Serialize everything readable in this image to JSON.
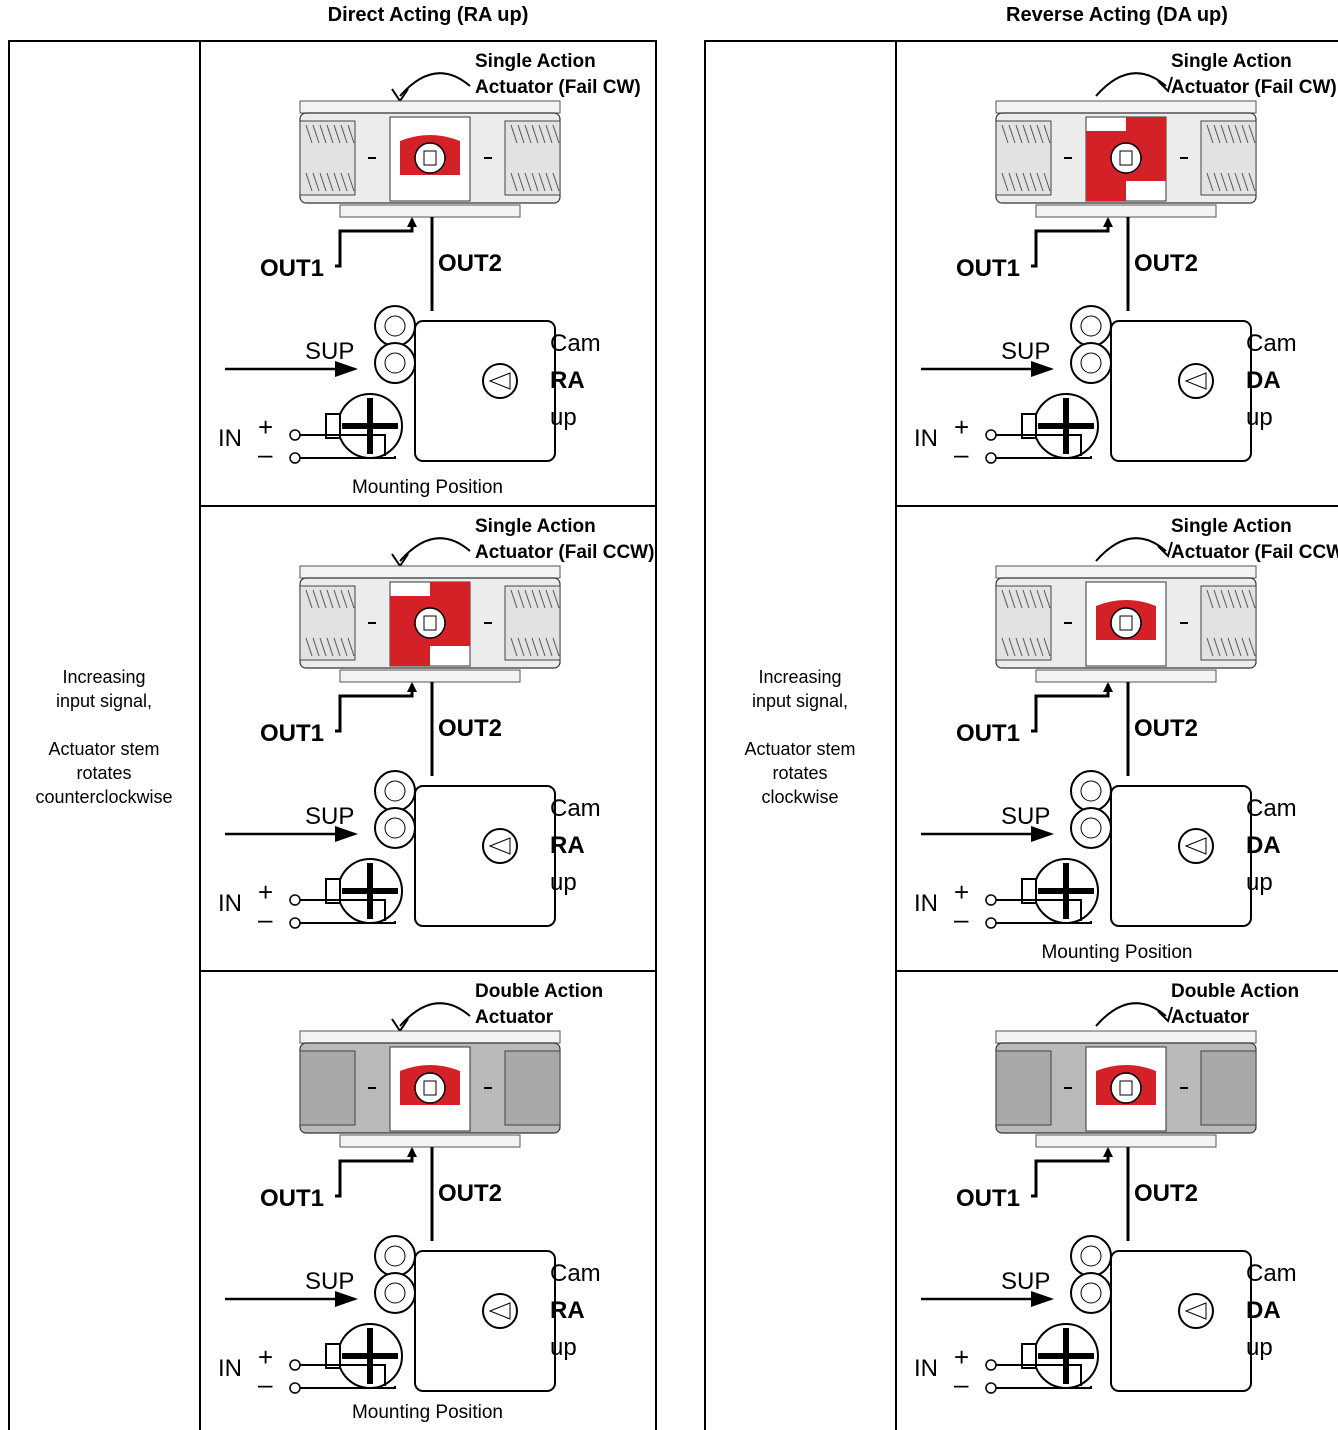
{
  "headers": {
    "left": "Direct Acting (RA up)",
    "right": "Reverse Acting (DA up)"
  },
  "side_text": {
    "left": {
      "line1": "Increasing",
      "line2": "input signal,",
      "line3": "Actuator stem",
      "line4": "rotates",
      "line5": "counterclockwise"
    },
    "right": {
      "line1": "Increasing",
      "line2": "input signal,",
      "line3": "Actuator stem",
      "line4": "rotates",
      "line5": "clockwise"
    }
  },
  "panels": [
    {
      "actuator_line1": "Single Action",
      "actuator_line2": "Actuator (Fail CW)",
      "out1": "OUT1",
      "out2": "OUT2",
      "sup": "SUP",
      "cam": "Cam",
      "cam_mode": "RA",
      "cam_up": "up",
      "in": "IN",
      "plus": "+",
      "minus": "–",
      "mount": "Mounting Position",
      "style": "single",
      "direction": "ccw"
    },
    {
      "actuator_line1": "Single Action",
      "actuator_line2": "Actuator (Fail CCW)",
      "out1": "OUT1",
      "out2": "OUT2",
      "sup": "SUP",
      "cam": "Cam",
      "cam_mode": "RA",
      "cam_up": "up",
      "in": "IN",
      "plus": "+",
      "minus": "–",
      "mount": "",
      "style": "single-outer",
      "direction": "ccw"
    },
    {
      "actuator_line1": "Double Action",
      "actuator_line2": "Actuator",
      "out1": "OUT1",
      "out2": "OUT2",
      "sup": "SUP",
      "cam": "Cam",
      "cam_mode": "RA",
      "cam_up": "up",
      "in": "IN",
      "plus": "+",
      "minus": "–",
      "mount": "Mounting Position",
      "style": "double",
      "direction": "ccw"
    },
    {
      "actuator_line1": "Single Action",
      "actuator_line2": "Actuator (Fail CW)",
      "out1": "OUT1",
      "out2": "OUT2",
      "sup": "SUP",
      "cam": "Cam",
      "cam_mode": "DA",
      "cam_up": "up",
      "in": "IN",
      "plus": "+",
      "minus": "–",
      "mount": "",
      "style": "single-outer",
      "direction": "cw"
    },
    {
      "actuator_line1": "Single Action",
      "actuator_line2": "Actuator (Fail CCW)",
      "out1": "OUT1",
      "out2": "OUT2",
      "sup": "SUP",
      "cam": "Cam",
      "cam_mode": "DA",
      "cam_up": "up",
      "in": "IN",
      "plus": "+",
      "minus": "–",
      "mount": "Mounting Position",
      "style": "single",
      "direction": "cw"
    },
    {
      "actuator_line1": "Double Action",
      "actuator_line2": "Actuator",
      "out1": "OUT1",
      "out2": "OUT2",
      "sup": "SUP",
      "cam": "Cam",
      "cam_mode": "DA",
      "cam_up": "up",
      "in": "IN",
      "plus": "+",
      "minus": "–",
      "mount": "",
      "style": "double",
      "direction": "cw"
    }
  ],
  "colors": {
    "piston_red": "#d42127",
    "body_light": "#ececec",
    "body_gray": "#b9b9b9",
    "line": "#000000"
  }
}
